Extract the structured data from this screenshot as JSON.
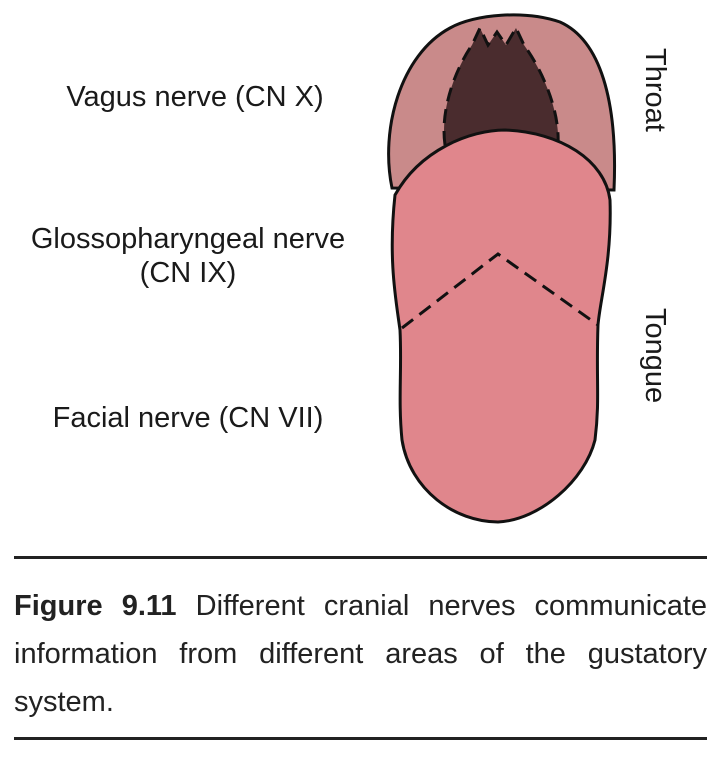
{
  "diagram": {
    "nerve_labels": {
      "vagus": "Vagus nerve (CN X)",
      "glossopharyngeal_line1": "Glossopharyngeal nerve",
      "glossopharyngeal_line2": "(CN IX)",
      "facial": "Facial nerve (CN VII)"
    },
    "region_labels": {
      "throat": "Throat",
      "tongue": "Tongue"
    },
    "colors": {
      "throat_outer": "#c98a8a",
      "throat_inner": "#4a2c2e",
      "tongue": "#e0868c",
      "outline": "#111111"
    }
  },
  "caption": {
    "figure_number": "Figure 9.11",
    "text": " Different cranial nerves communicate information from different areas of the gustatory system."
  }
}
